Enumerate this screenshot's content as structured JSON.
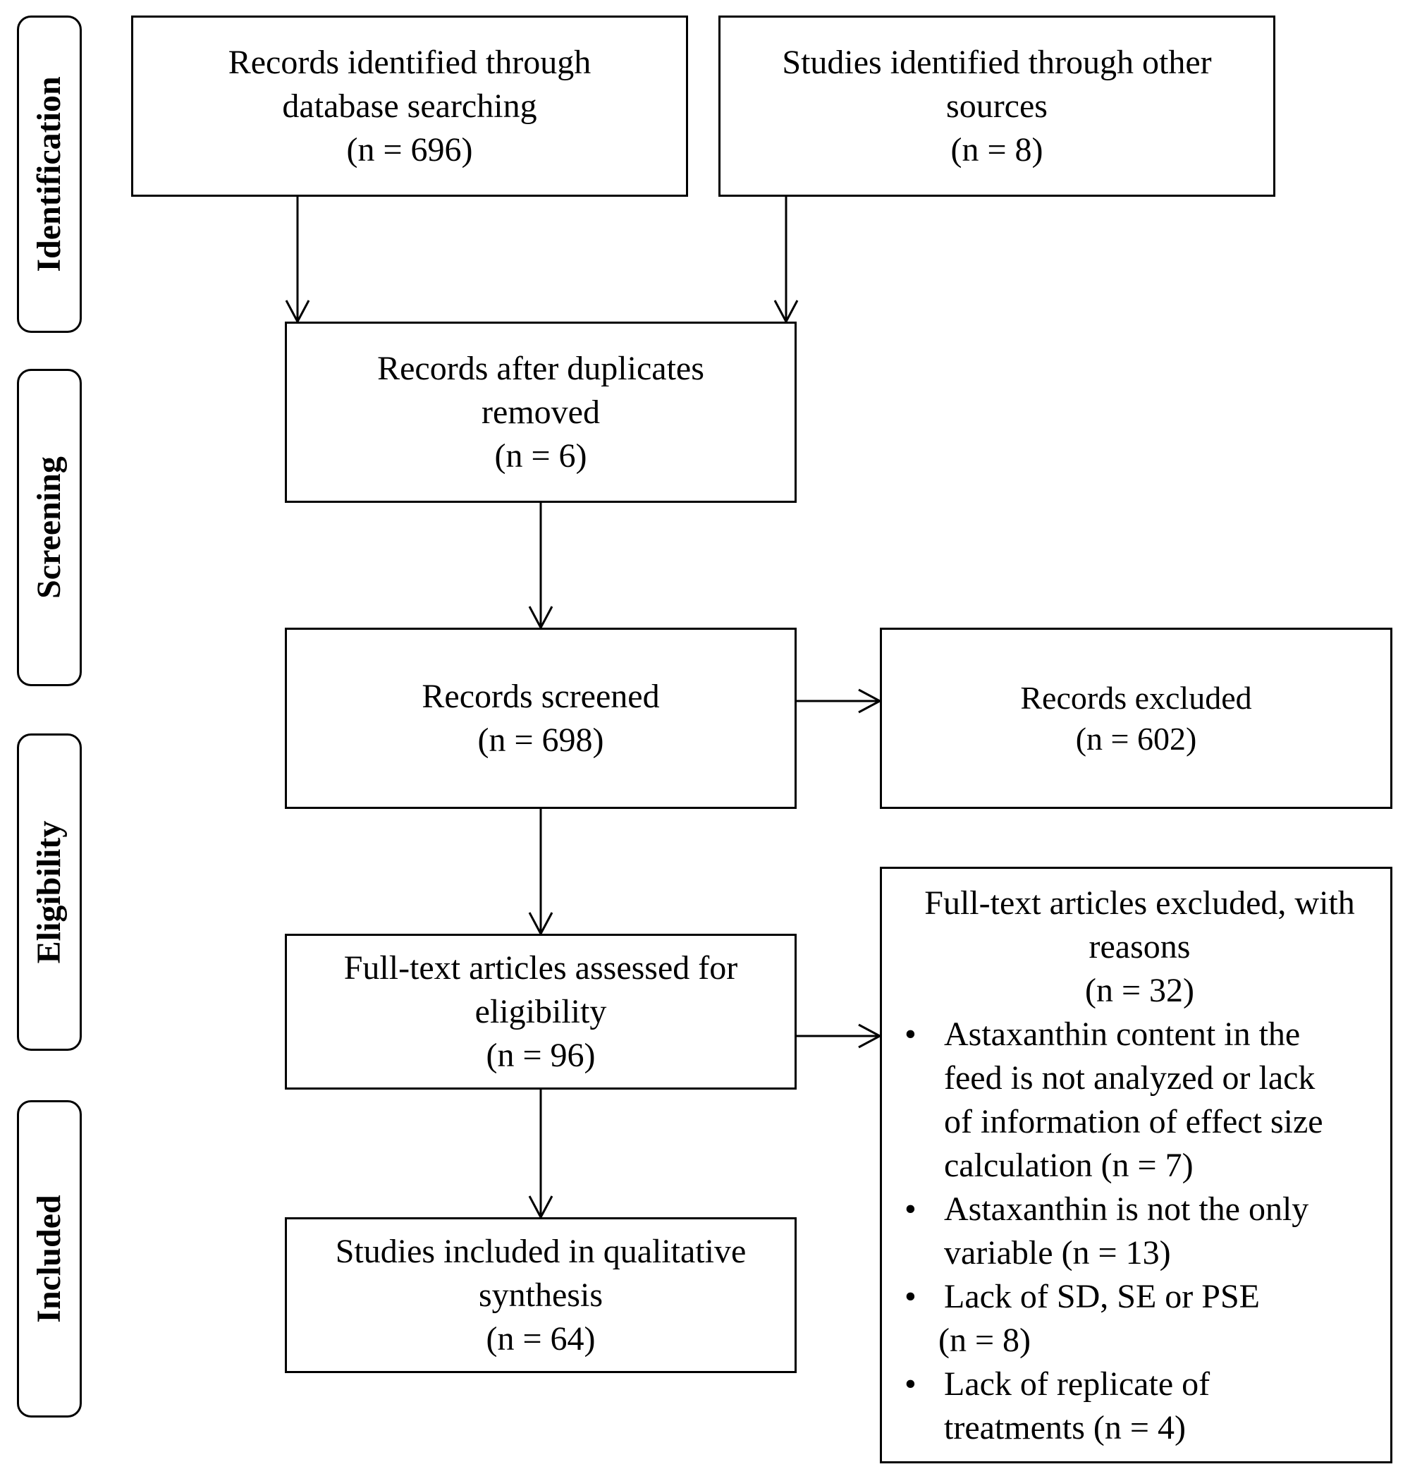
{
  "stages": {
    "identification": "Identification",
    "screening": "Screening",
    "eligibility": "Eligibility",
    "included": "Included"
  },
  "boxes": {
    "database": {
      "line1": "Records identified through",
      "line2": "database searching",
      "count": "(n = 696)"
    },
    "other": {
      "line1": "Studies identified through other",
      "line2": "sources",
      "count": "(n = 8)"
    },
    "duplicates": {
      "line1": "Records after duplicates",
      "line2": "removed",
      "count": "(n = 6)"
    },
    "screened": {
      "line1": "Records screened",
      "count": "(n = 698)"
    },
    "records_excluded": {
      "line1": "Records excluded",
      "count": "(n = 602)"
    },
    "fulltext": {
      "line1": "Full-text articles assessed for",
      "line2": "eligibility",
      "count": "(n = 96)"
    },
    "included": {
      "line1": "Studies included in qualitative",
      "line2": "synthesis",
      "count": "(n = 64)"
    }
  },
  "fulltext_excluded": {
    "line1": "Full-text articles excluded, with",
    "line2": "reasons",
    "count": "(n = 32)",
    "reasons": [
      {
        "lines": [
          "Astaxanthin content in the",
          "feed is not analyzed or lack",
          "of information of effect size",
          "calculation (n = 7)"
        ]
      },
      {
        "lines": [
          "Astaxanthin is not the only",
          "variable (n = 13)"
        ]
      },
      {
        "lines": [
          "Lack of SD, SE or PSE",
          "(n = 8)"
        ]
      },
      {
        "lines": [
          "Lack of replicate of",
          "treatments (n = 4)"
        ]
      }
    ]
  }
}
